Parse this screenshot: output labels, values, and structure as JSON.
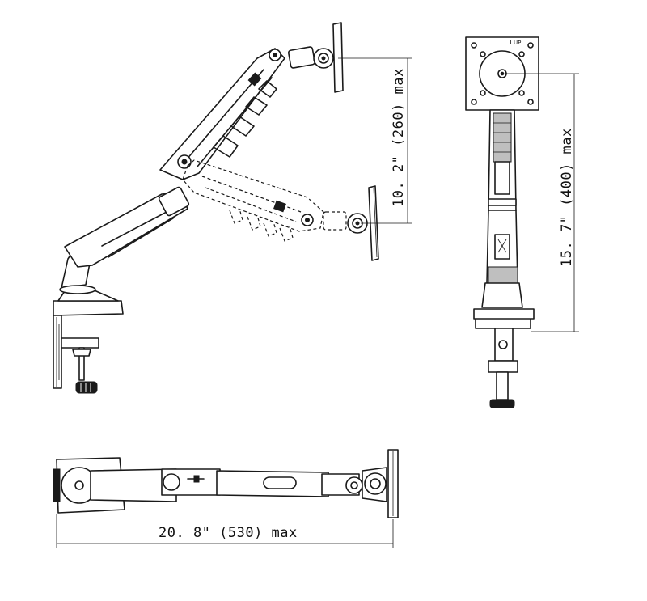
{
  "dimensions": {
    "height_range": "10. 2\" (260) max",
    "total_height": "15. 7\" (400) max",
    "reach": "20. 8\" (530) max"
  },
  "labels": {
    "vesa_orientation": "UP"
  },
  "icons": {
    "side_view": "monitor-arm-side-drawing",
    "front_view": "monitor-arm-front-drawing",
    "top_view": "monitor-arm-top-drawing"
  }
}
